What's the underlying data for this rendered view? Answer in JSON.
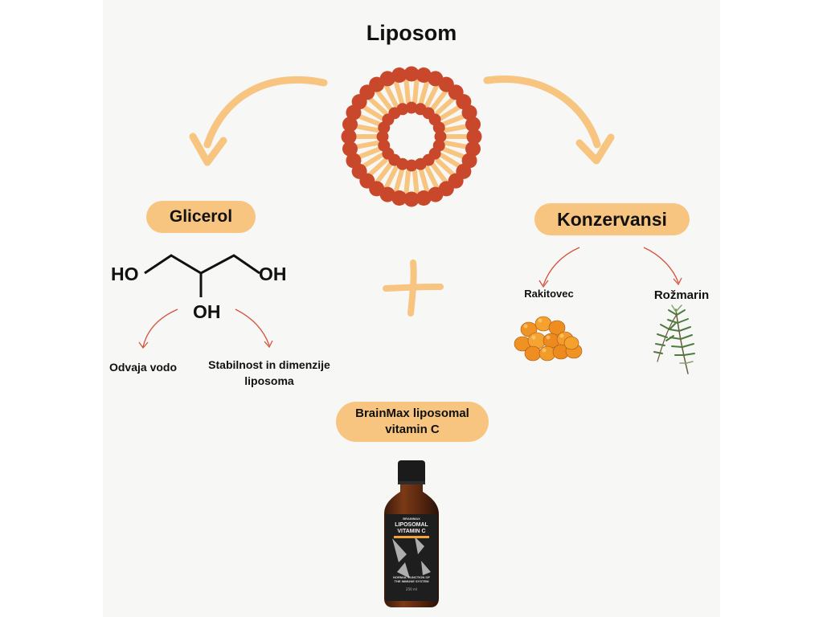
{
  "title": "Liposom",
  "glicerol": {
    "label": "Glicerol",
    "formula": {
      "ho_left": "HO",
      "oh_right": "OH",
      "oh_bottom": "OH"
    },
    "effects": [
      "Odvaja vodo",
      "Stabilnost in dimenzije liposoma"
    ]
  },
  "konzervansi": {
    "label": "Konzervansi",
    "items": [
      "Rakitovec",
      "Rožmarin"
    ]
  },
  "product": {
    "label_line1": "BrainMax liposomal",
    "label_line2": "vitamin C",
    "bottle": {
      "brand": "BRAINMAX",
      "name_line1": "LIPOSOMAL",
      "name_line2": "VITAMIN C",
      "claim_line1": "NORMAL FUNCTION OF",
      "claim_line2": "THE IMMUNE SYSTEM",
      "volume": "250 ml"
    }
  },
  "colors": {
    "accent_orange": "#f7c57f",
    "liposome_red": "#c9472a",
    "arrow_red": "#d5533c",
    "background": "#f7f7f6"
  },
  "icons": [
    "liposome-icon",
    "plus-icon",
    "sea-buckthorn-image",
    "rosemary-image",
    "bottle-image"
  ]
}
